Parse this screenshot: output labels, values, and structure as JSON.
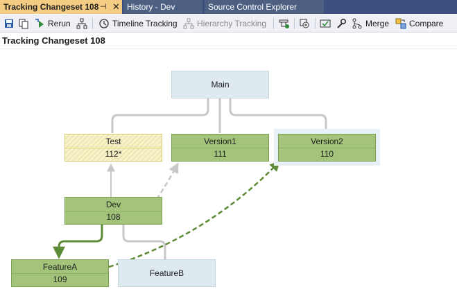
{
  "tabs": [
    {
      "label": "Tracking Changeset 108",
      "active": true,
      "pin_icon": "pin-icon",
      "close_icon": "close-icon"
    },
    {
      "label": "History - Dev",
      "active": false
    },
    {
      "label": "Source Control Explorer",
      "active": false
    }
  ],
  "toolbar": {
    "rerun_label": "Rerun",
    "timeline_label": "Timeline Tracking",
    "hierarchy_label": "Hierarchy Tracking",
    "merge_label": "Merge",
    "compare_label": "Compare",
    "icons": [
      "save-icon",
      "copy-icon",
      "rerun-icon",
      "hierarchy-view-icon",
      "timeline-icon",
      "hierarchy-tracking-icon",
      "filter-icon",
      "find-changeset-icon",
      "check-icon",
      "wrench-icon",
      "merge-icon",
      "compare-icon"
    ]
  },
  "page_title": "Tracking Changeset 108",
  "branches": {
    "main": {
      "name": "Main"
    },
    "test": {
      "name": "Test",
      "changeset": "112*"
    },
    "version1": {
      "name": "Version1",
      "changeset": "111"
    },
    "version2": {
      "name": "Version2",
      "changeset": "110"
    },
    "dev": {
      "name": "Dev",
      "changeset": "108"
    },
    "featurea": {
      "name": "FeatureA",
      "changeset": "109"
    },
    "featureb": {
      "name": "FeatureB"
    }
  },
  "colors": {
    "tab_strip": "#3b4f81",
    "active_tab": "#f5cc84",
    "branch_green": "#a3c47a",
    "branch_empty": "#dfe9f0",
    "branch_hatched": "#f6f1c9",
    "merge_arrow": "#5d8a34",
    "hierarchy_line": "#c8c8c8"
  }
}
